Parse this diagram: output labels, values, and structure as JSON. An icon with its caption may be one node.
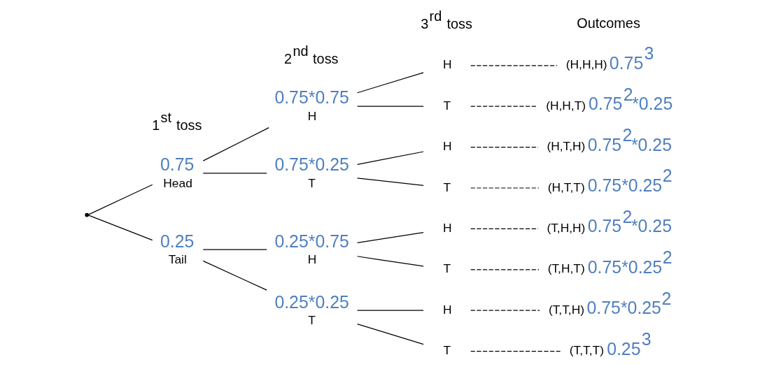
{
  "diagram": {
    "nodes": [
      {
        "text": [],
        "shape": "point"
      },
      {
        "text": [
          "Head"
        ],
        "beside": [
          "0.75"
        ]
      },
      {
        "text": [
          "Tail"
        ],
        "beside": [
          "0.25"
        ]
      },
      {
        "text": [
          "H"
        ],
        "beside": [
          "0.75*0.75"
        ]
      },
      {
        "text": [
          "T"
        ],
        "beside": [
          "0.75*0.25"
        ]
      },
      {
        "text": [
          "H"
        ],
        "beside": [
          "0.25*0.75"
        ]
      },
      {
        "text": [
          "T"
        ],
        "beside": [
          "0.25*0.25"
        ]
      },
      {
        "text": [
          "H"
        ]
      },
      {
        "text": [
          "T"
        ]
      },
      {
        "text": [
          "H"
        ]
      },
      {
        "text": [
          "T"
        ]
      },
      {
        "text": [
          "H"
        ]
      },
      {
        "text": [
          "T"
        ]
      },
      {
        "text": [
          "H"
        ]
      },
      {
        "text": [
          "T"
        ]
      },
      {
        "text": [
          "(H,H,H)"
        ],
        "beside": [
          "0.75$^{3}$"
        ]
      },
      {
        "text": [
          "(H,H,T)"
        ],
        "beside": [
          "0.75$^{2}$*0.25"
        ]
      },
      {
        "text": [
          "(H,T,H)"
        ],
        "beside": [
          "0.75$^{2}$*0.25"
        ]
      },
      {
        "text": [
          "(H,T,T)"
        ],
        "beside": [
          "0.75*0.25$^{2}$"
        ]
      },
      {
        "text": [
          "(T,H,H)"
        ],
        "beside": [
          "0.75$^{2}$*0.25"
        ]
      },
      {
        "text": [
          "(T,H,T)"
        ],
        "beside": [
          "0.75*0.25$^{2}$"
        ]
      },
      {
        "text": [
          "(T,T,H)"
        ],
        "beside": [
          "0.75*0.25$^{2}$"
        ]
      },
      {
        "text": [
          "(T,T,T)"
        ],
        "beside": [
          "0.25$^{3}$"
        ]
      }
    ],
    "edges": [
      {
        "from": 0,
        "to": 1,
        "arrow": "none"
      },
      {
        "from": 0,
        "to": 2,
        "arrow": "none"
      },
      {
        "from": 1,
        "to": 3,
        "arrow": "none"
      },
      {
        "from": 1,
        "to": 4,
        "arrow": "none"
      },
      {
        "from": 2,
        "to": 5,
        "arrow": "none"
      },
      {
        "from": 2,
        "to": 6,
        "arrow": "none"
      },
      {
        "from": 3,
        "to": 7,
        "arrow": "none"
      },
      {
        "from": 3,
        "to": 8,
        "arrow": "none"
      },
      {
        "from": 4,
        "to": 9,
        "arrow": "none"
      },
      {
        "from": 4,
        "to": 10,
        "arrow": "none"
      },
      {
        "from": 5,
        "to": 11,
        "arrow": "none"
      },
      {
        "from": 5,
        "to": 12,
        "arrow": "none"
      },
      {
        "from": 6,
        "to": 13,
        "arrow": "none"
      },
      {
        "from": 6,
        "to": 14,
        "arrow": "none"
      },
      {
        "from": 7,
        "to": 15,
        "arrow": "none",
        "style": "dashed"
      },
      {
        "from": 8,
        "to": 16,
        "arrow": "none",
        "style": "dashed"
      },
      {
        "from": 9,
        "to": 17,
        "arrow": "none",
        "style": "dashed"
      },
      {
        "from": 10,
        "to": 18,
        "arrow": "none",
        "style": "dashed"
      },
      {
        "from": 11,
        "to": 19,
        "arrow": "none",
        "style": "dashed"
      },
      {
        "from": 12,
        "to": 20,
        "arrow": "none",
        "style": "dashed"
      },
      {
        "from": 13,
        "to": 21,
        "arrow": "none",
        "style": "dashed"
      },
      {
        "from": 14,
        "to": 22,
        "arrow": "none",
        "style": "dashed"
      }
    ],
    "labels": [
      "1$^{st}$ toss",
      "2$^{nd}$ toss",
      "3$^{rd}$ toss",
      "Outcomes"
    ]
  }
}
